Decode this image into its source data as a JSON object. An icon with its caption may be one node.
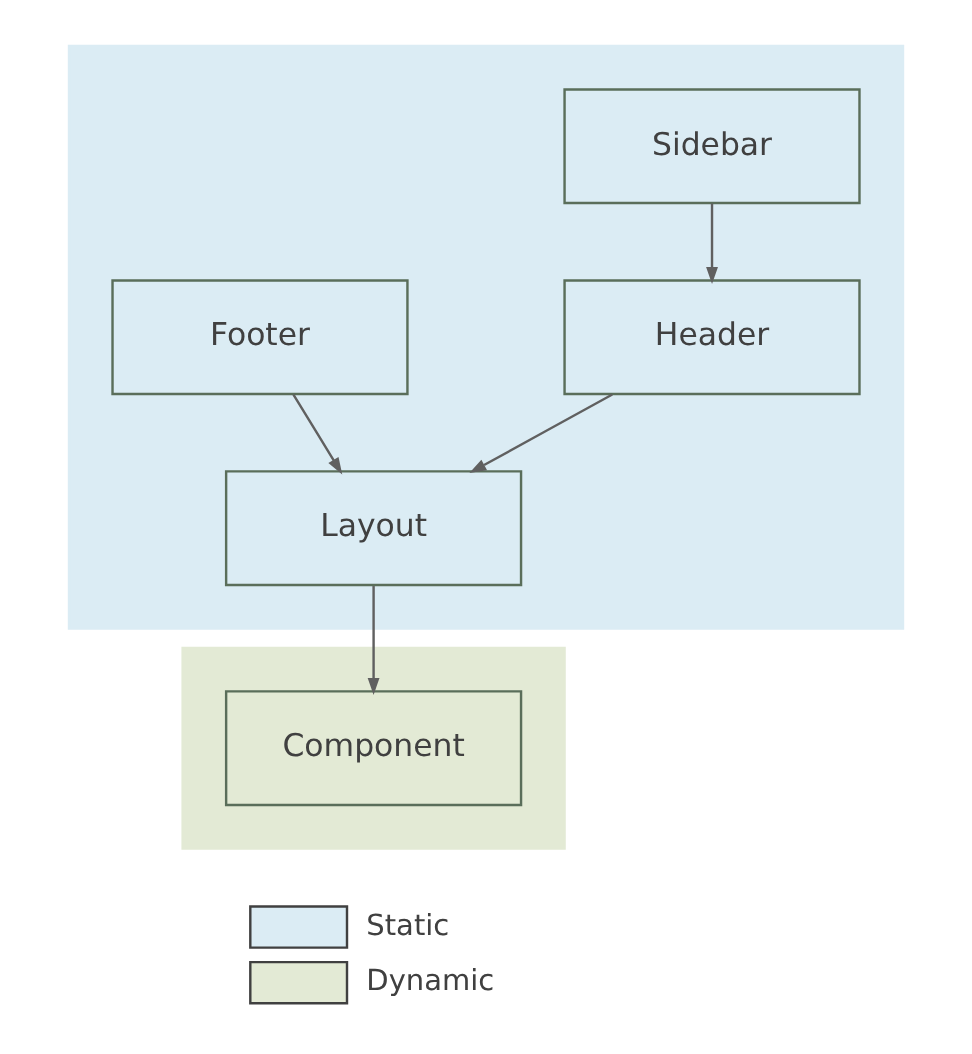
{
  "diagram": {
    "nodes": [
      {
        "text": [],
        "shape": "band"
      },
      {
        "text": [
          "Sidebar"
        ],
        "in": 0
      },
      {
        "text": [
          "Header"
        ],
        "in": 0
      },
      {
        "text": [
          "Footer"
        ],
        "in": 0
      },
      {
        "text": [
          "Layout"
        ],
        "in": 0
      },
      {
        "text": [],
        "shape": "band"
      },
      {
        "text": [
          "Component"
        ],
        "in": 5
      }
    ],
    "edges": [
      {
        "from": 1,
        "to": 2,
        "arrow": "to"
      },
      {
        "from": 2,
        "to": 4,
        "arrow": "to"
      },
      {
        "from": 3,
        "to": 4,
        "arrow": "to"
      },
      {
        "from": 4,
        "to": 6,
        "arrow": "to"
      }
    ],
    "legend": [
      {
        "text": "Static",
        "color": "#dbecf4"
      },
      {
        "text": "Dynamic",
        "color": "#e3ead5"
      }
    ]
  }
}
